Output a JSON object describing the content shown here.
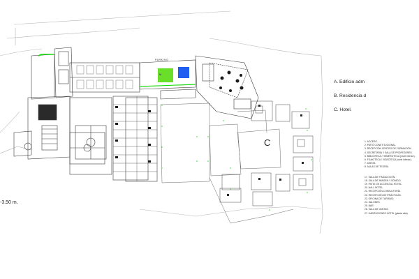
{
  "legend_buildings": [
    "A. Edificio adm",
    "B. Residencia d",
    "C. Hotel."
  ],
  "legend_rooms_a": [
    "1. ACCESO.",
    "2. PATIO CONSTITUCIONAL.",
    "3. RECEPCIÓN CENTRO DE FORMACIÓN.",
    "4. SECRETARÍA Y SALA DE PROFESORES.",
    "5. BIBLIOTECA / HEMEROTECA (nivel inferior).",
    "6. FILMOTECA / VIDEOTECA (nivel inferior).",
    "7. ASEOS.",
    "8. AULAS DE TEORÍA."
  ],
  "legend_rooms_b": [
    "17. SALA DE TRADUCCIÓN.",
    "18. SALA DE IMAGEN Y SONIDO.",
    "19. PATIO DE ACCESO AL HOTEL.",
    "20. HALL HOTEL.",
    "21. RECEPCIÓN CONSULTORÍA.",
    "22. RECEPCIÓN DE PRÁCTICAS.",
    "23. OFICINA DE TURISMO.",
    "24. SALONES.",
    "25. BAR.",
    "26. SALA DE JUNTAS.",
    "27. HABITACIONES HOTEL (planta alta)."
  ],
  "level_label": "-3.50 m.",
  "zone_c_label": "C",
  "parking_label": "PARKING",
  "pool_marker": "M",
  "colors": {
    "line": "#3a3a3a",
    "light_line": "#9a9a9a",
    "green_accent": "#1fdc14",
    "pool_green": "#6adf2a",
    "pool_blue": "#1f5ef0",
    "dark_fill": "#1a1a1a"
  }
}
